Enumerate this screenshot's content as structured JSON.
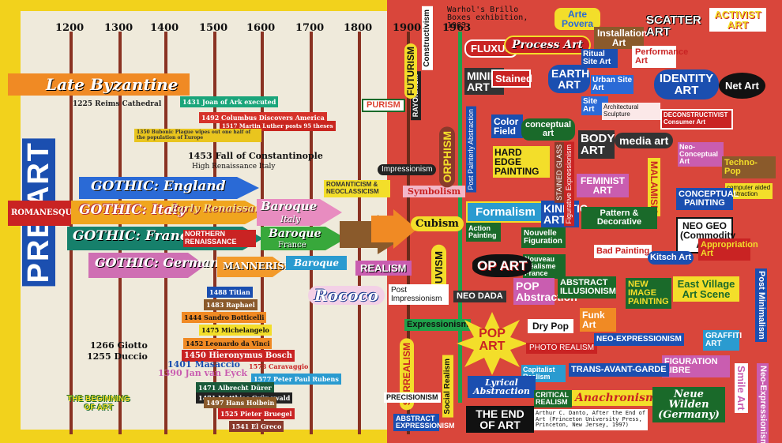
{
  "timeline": {
    "years": [
      "1200",
      "1300",
      "1400",
      "1500",
      "1600",
      "1700",
      "1800",
      "1900",
      "1963"
    ]
  },
  "left": {
    "pre_art": "PRE ART",
    "late_byzantine": "Late Byzantine",
    "reims": "1225 Reims Cathedral",
    "joan": "1431 Joan of Ark executed",
    "columbus": "1492 Columbus Discovers America",
    "luther": "1517 Martin Luther posts 95 theses",
    "plague": "1350 Bubonic Plague wipes out one half of the population of Europe",
    "constantinople": "1453 Fall of Constantinople",
    "high_ren": "High Renaissance Italy",
    "romanticism": "ROMANTICISM & NEOCLASSICISM",
    "gothic_england": "GOTHIC: England",
    "romanesque": "ROMANESQUE",
    "gothic_italy": "GOTHIC: Italy",
    "early_ren": "Early Renaissance",
    "baroque_italy_1": "Baroque",
    "baroque_italy_2": "Italy",
    "gothic_france": "GOTHIC: France",
    "northern_ren": "NORTHERN RENAISSANCE",
    "baroque_france_1": "Baroque",
    "baroque_france_2": "France",
    "gothic_germany": "GOTHIC: Germany",
    "mannerism": "MANNERISM",
    "baroque_ger": "Baroque",
    "rococo": "Rococo",
    "realism": "REALISM",
    "titian": "1488 Titian",
    "raphael": "1483 Raphael",
    "botticelli": "1444 Sandro Botticelli",
    "michelangelo": "1475 Michelangelo",
    "leonardo": "1452 Leonardo da Vinci",
    "bosch": "1450 Hieronymus Bosch",
    "caravaggio": "1573 Caravaggio",
    "masaccio": "1401 Masaccio",
    "giotto": "1266 Giotto",
    "duccio": "1255 Duccio",
    "van_eyck": "1390 Jan van Eyck",
    "rubens": "1577 Peter Paul Rubens",
    "durer": "1471 Albrecht Dürer",
    "grunewald": "1471 Matthias Grünewald",
    "holbein": "1497 Hans Holbein",
    "bruegel": "1525 Pieter Bruegel",
    "el_greco": "1541 El Greco",
    "beginning": "THE BEGINNING OF ART"
  },
  "middle": {
    "purism": "PURISM",
    "impressionism": "Impressionism",
    "symbolism": "Symbolism",
    "cubism": "Cubism",
    "fauvism": "FAUVISM",
    "orphism": "ORPHISM",
    "post_impressionism": "Post Impressionism",
    "expressionism": "Expressionism",
    "surrealism": "SURREALISM",
    "dada": "NEO DADA",
    "social_realism": "Social Realism",
    "constructivism": "Constructivism",
    "rayonnism": "RAYONNISM",
    "futurism": "FUTURISM",
    "abstract_expr": "ABSTRACT EXPRESSIONISM",
    "tag": "PRECISIONISM"
  },
  "right": {
    "warhol": "Warhol's Brillo Boxes exhibition, 1963.",
    "fluxus": "FLUXUS",
    "minimal_art": "MINIMAL ART",
    "process_art": "Process Art",
    "arte_povera": "Arte Povera",
    "installation": "Installation Art",
    "scatter": "SCATTER ART",
    "activist": "ACTIVIST ART",
    "performance": "Performance Art",
    "earth_art": "EARTH ART",
    "site_art": "Site Art",
    "urban_site": "Urban Site Art",
    "ritual_site": "Ritual Site Art",
    "identity_art": "IDENTITY ART",
    "new_art": "Net Art",
    "post_painterly": "Post Painterly Abstraction",
    "color_field": "Color Field",
    "conceptual": "conceptual art",
    "architectural": "Architectural Sculpture",
    "deconstructivist": "DECONSTRUCTIVIST Consumer Art",
    "hard_edge": "HARD EDGE PAINTING",
    "body_art": "BODY ART",
    "media_art": "media art",
    "neo_concept": "Neo-Conceptual Art",
    "techno_pop": "Techno-Pop",
    "computer_art": "computer aided abstraction",
    "feminist": "FEMINIST ART",
    "stained": "Stained",
    "formalism": "Formalism",
    "kinetic": "KINETIC ART",
    "pattern": "Pattern & Decorative",
    "conceptual_painting": "CONCEPTUAL PAINTING",
    "neo_geo": "NEO GEO (Commodity Art)",
    "action_painting": "Action Painting",
    "neo_figuration": "Nouvelle Figuration",
    "nouveau_realism": "Nouveau Réalisme France",
    "op_art": "OP ART",
    "pop_abstraction": "POP Abstraction",
    "abstract_illusionism": "ABSTRACT ILLUSIONISM",
    "new_image": "NEW IMAGE PAINTING",
    "east_village": "East Village Art Scene",
    "appropriation": "Appropriation Art",
    "bad_painting": "Bad Painting",
    "graffiti": "GRAFFITI ART",
    "kitsch": "Kitsch Art",
    "pop_art": "POP ART",
    "photo_realism": "PHOTO REALISM",
    "dry_pop": "Dry Pop",
    "funk_art": "Funk Art",
    "neo_expressionism": "NEO-EXPRESSIONISM",
    "figuration_libre": "FIGURATION LIBRE",
    "trans_avant": "TRANS-AVANT-GARDE",
    "capitalist_realism": "Capitalist Realism",
    "anachronism": "Anachronism",
    "neue_wilden": "Neue Wilden (Germany)",
    "lyrical": "Lyrical Abstraction",
    "critical": "CRITICAL REALISM",
    "end_of_art": "THE END OF ART",
    "danto": "Arthur C. Danto, After the End of Art (Princeton University Press, Princeton, New Jersey, 1997)",
    "malamism": "MALAMISM",
    "vertical1": "Post Painterly Abstraction",
    "vertical2": "STAINED GLASS",
    "vertical3": "Figurative Expressionism",
    "vertical4": "Post Minimalism",
    "vertical5": "Smile Art",
    "vertical6": "Neo-Expressionism"
  }
}
